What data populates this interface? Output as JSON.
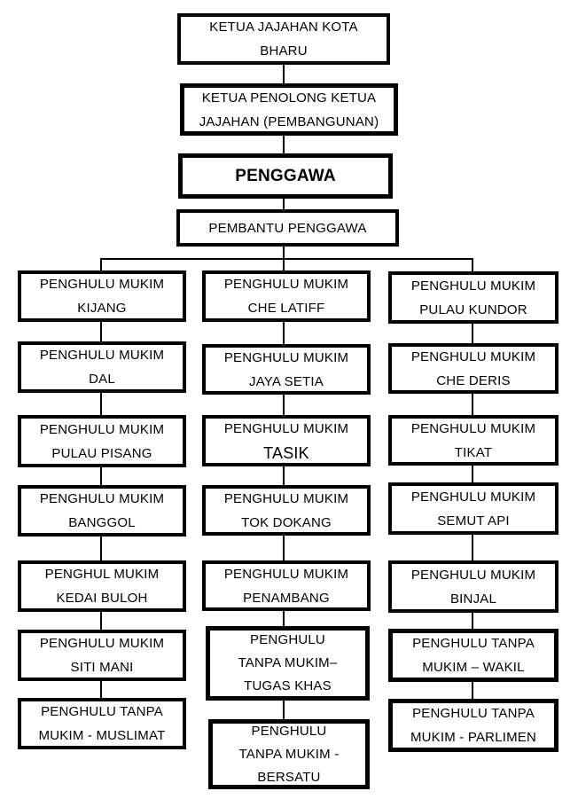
{
  "top": [
    {
      "line1": "KETUA JAJAHAN KOTA",
      "line2": "BHARU"
    },
    {
      "line1": "KETUA PENOLONG KETUA",
      "line2": "JAJAHAN (PEMBANGUNAN)"
    },
    {
      "line1": "PENGGAWA"
    },
    {
      "line1": "PEMBANTU PENGGAWA"
    }
  ],
  "columns": {
    "left": [
      {
        "line1": "PENGHULU MUKIM",
        "line2": "KIJANG"
      },
      {
        "line1": "PENGHULU MUKIM",
        "line2": "DAL"
      },
      {
        "line1": "PENGHULU MUKIM",
        "line2": "PULAU PISANG"
      },
      {
        "line1": "PENGHULU MUKIM",
        "line2": "BANGGOL"
      },
      {
        "line1": "PENGHUL MUKIM",
        "line2": "KEDAI BULOH"
      },
      {
        "line1": "PENGHULU MUKIM",
        "line2": "SITI MANI"
      },
      {
        "line1": "PENGHULU TANPA",
        "line2": "MUKIM - MUSLIMAT"
      }
    ],
    "middle": [
      {
        "line1": "PENGHULU MUKIM",
        "line2": "CHE LATIFF"
      },
      {
        "line1": "PENGHULU MUKIM",
        "line2": "JAYA SETIA"
      },
      {
        "line1": "PENGHULU MUKIM",
        "line2": "TASIK"
      },
      {
        "line1": "PENGHULU MUKIM",
        "line2": "TOK DOKANG"
      },
      {
        "line1": "PENGHULU MUKIM",
        "line2": "PENAMBANG"
      },
      {
        "line1": "PENGHULU",
        "line2": "TANPA MUKIM–",
        "line3": "TUGAS KHAS"
      },
      {
        "line1": "PENGHULU",
        "line2": "TANPA MUKIM -",
        "line3": "BERSATU"
      }
    ],
    "right": [
      {
        "line1": "PENGHULU MUKIM",
        "line2": "PULAU KUNDOR"
      },
      {
        "line1": "PENGHULU MUKIM",
        "line2": "CHE DERIS"
      },
      {
        "line1": "PENGHULU MUKIM",
        "line2": "TIKAT"
      },
      {
        "line1": "PENGHULU MUKIM",
        "line2": "SEMUT API"
      },
      {
        "line1": "PENGHULU MUKIM",
        "line2": "BINJAL"
      },
      {
        "line1": "PENGHULU TANPA",
        "line2": "MUKIM – WAKIL"
      },
      {
        "line1": "PENGHULU TANPA",
        "line2": "MUKIM - PARLIMEN"
      }
    ]
  },
  "colors": {
    "box_border": "#000000",
    "box_background": "#ffffff",
    "text": "#000000",
    "connector_line": "#000000",
    "page_background": "#ffffff"
  }
}
